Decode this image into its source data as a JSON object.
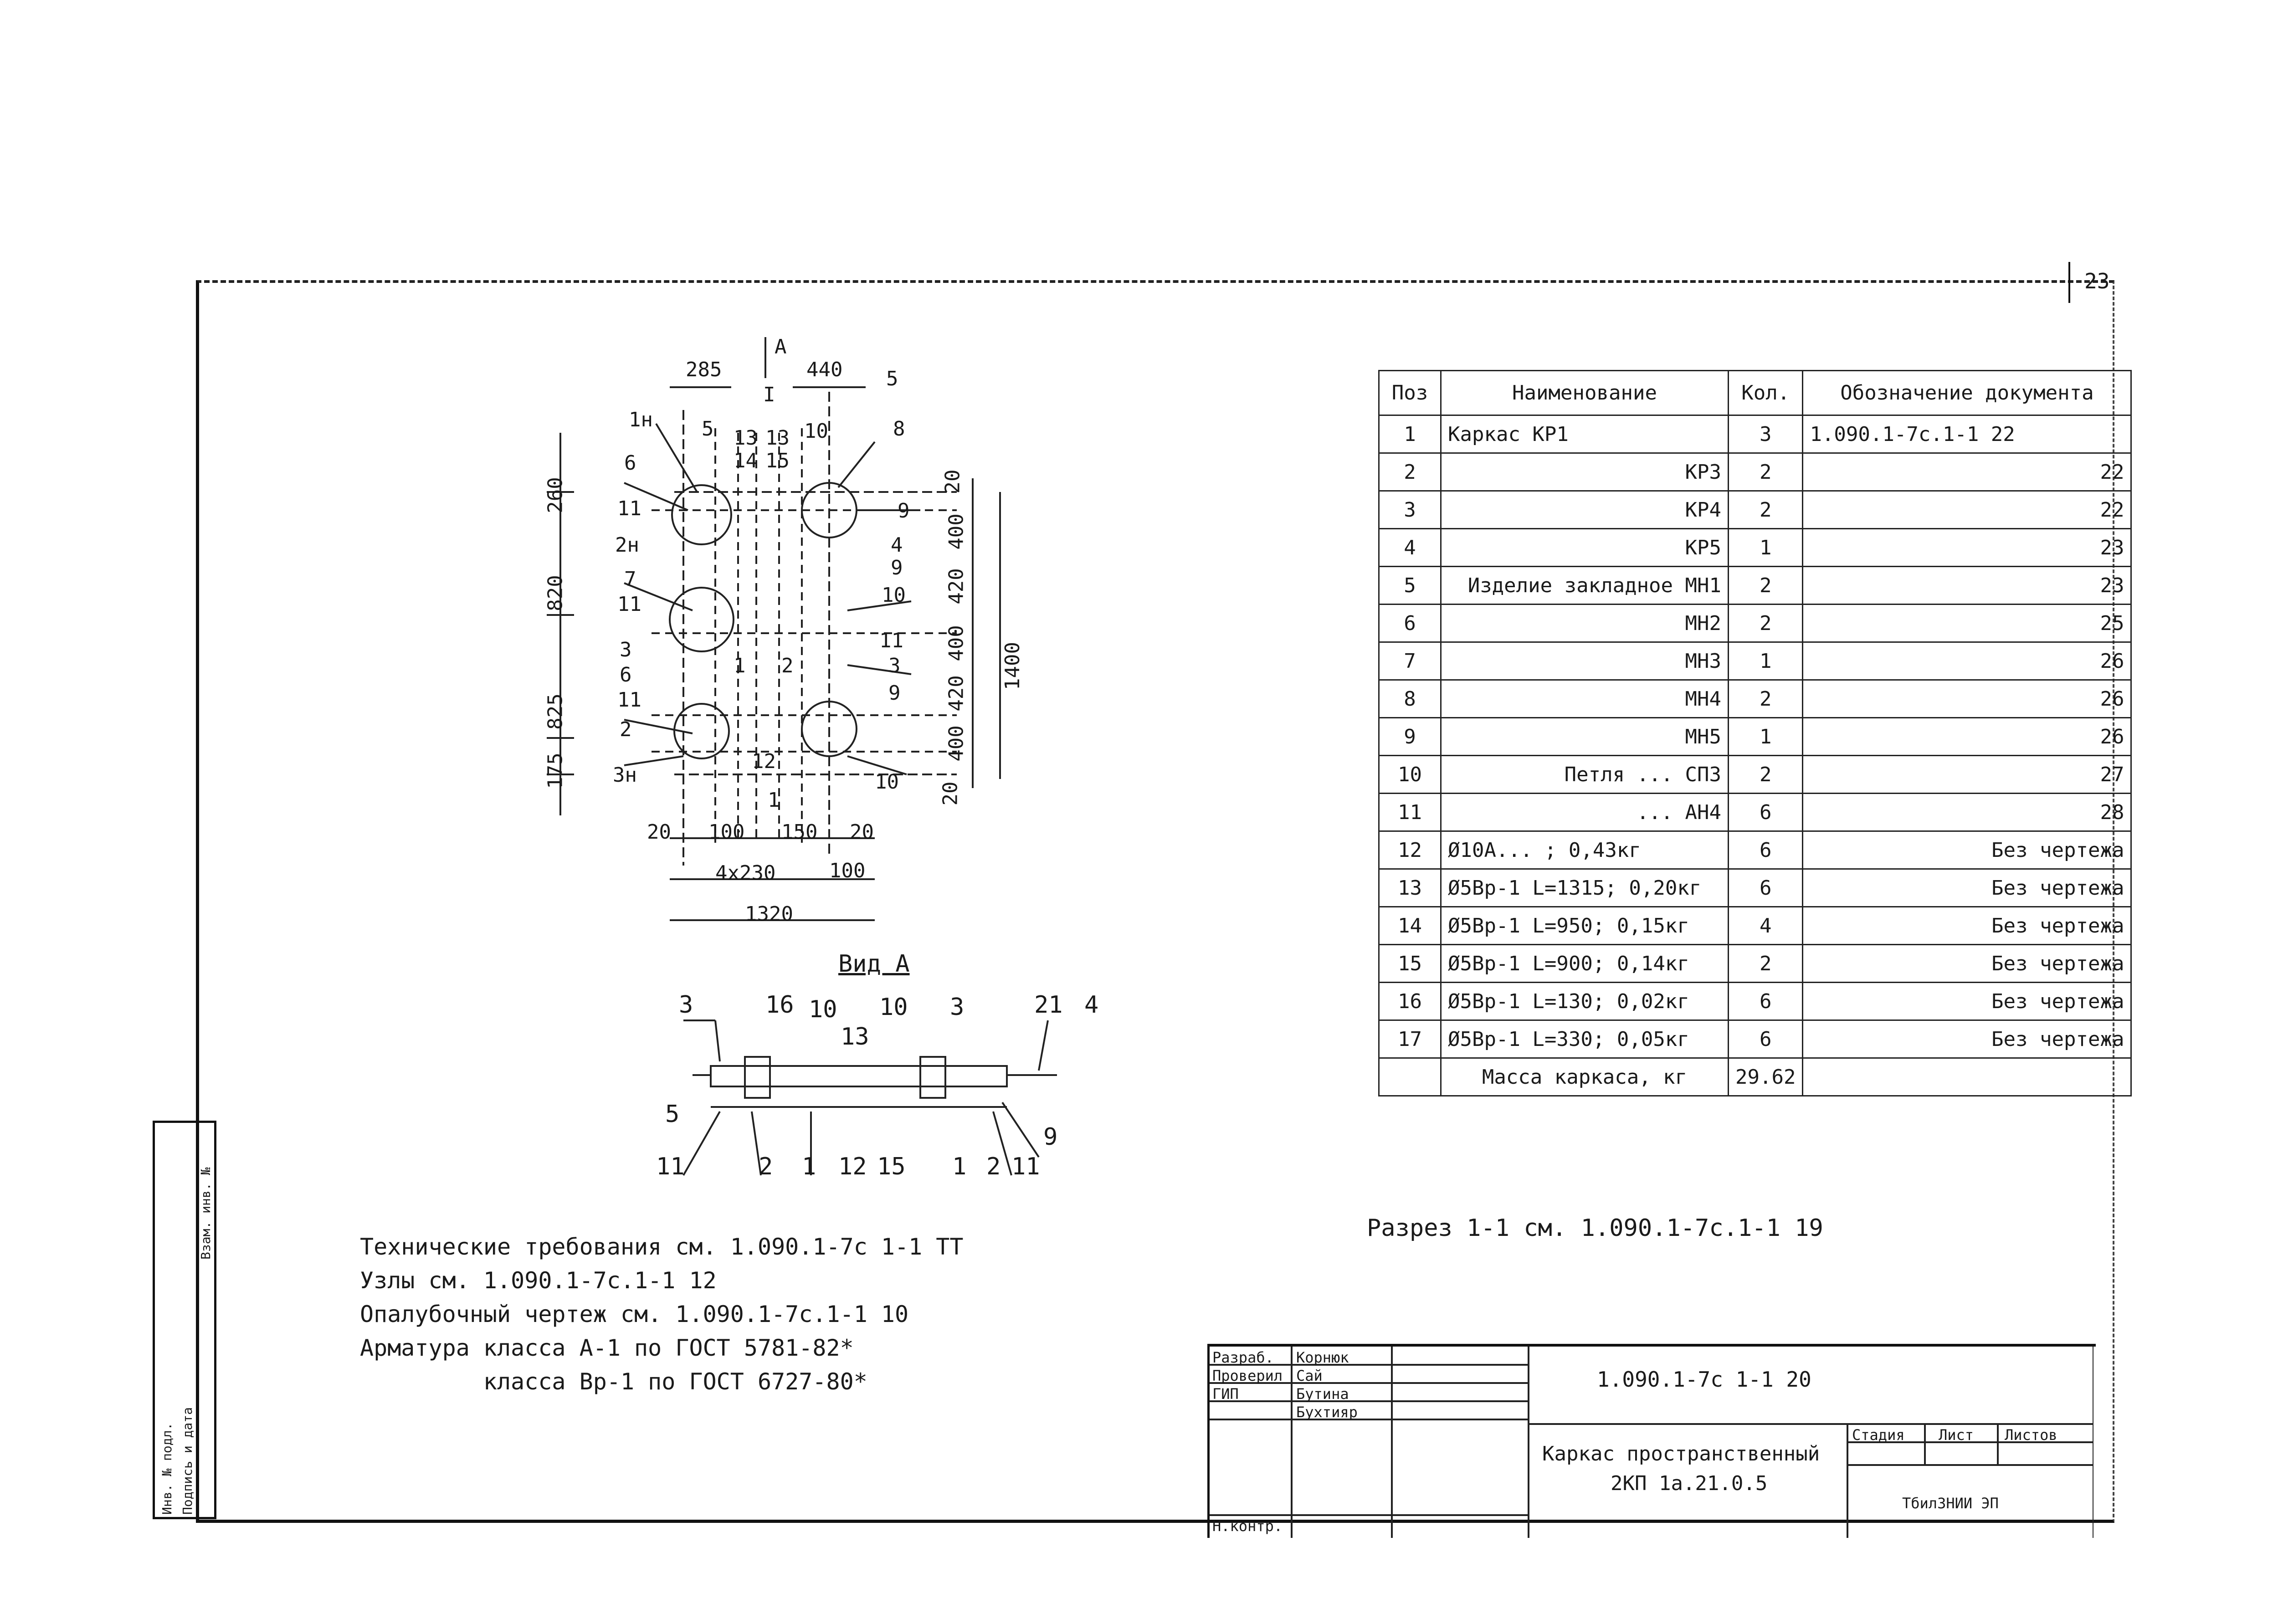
{
  "sheet_number": "23",
  "drawing": {
    "dims_top": {
      "d285": "285",
      "d440": "440",
      "mark_A": "A",
      "cut_I": "I",
      "d5": "5"
    },
    "left_dims": [
      "260",
      "820",
      "825",
      "175"
    ],
    "right_dims": [
      "20",
      "400",
      "420",
      "400",
      "420",
      "400",
      "20"
    ],
    "overall_right": "1400",
    "bottom_dims": {
      "d20a": "20",
      "d100a": "100",
      "d150": "150",
      "d20b": "20",
      "d4x230": "4x230",
      "d100b": "100",
      "d1320": "1320"
    },
    "callouts_left": [
      "1н",
      "6",
      "11",
      "2н",
      "7",
      "11",
      "3",
      "6",
      "11",
      "2",
      "3н"
    ],
    "callouts_top": [
      "5",
      "13",
      "14",
      "13",
      "15",
      "10",
      "8"
    ],
    "callouts_right": [
      "9",
      "4",
      "9",
      "10",
      "11",
      "3",
      "9",
      "10"
    ],
    "callouts_inner": [
      "1",
      "2",
      "12",
      "1"
    ],
    "view_title": "Вид А",
    "view_callouts_top": [
      "3",
      "16",
      "10",
      "10",
      "3",
      "21",
      "4"
    ],
    "view_callouts_mid": [
      "13",
      "5",
      "9"
    ],
    "view_callouts_bottom": [
      "11",
      "2",
      "1",
      "12",
      "15",
      "1",
      "2",
      "11"
    ]
  },
  "spec_table": {
    "headers": [
      "Поз",
      "Наименование",
      "Кол.",
      "Обозначение документа"
    ],
    "rows": [
      [
        "1",
        "Каркас КР1",
        "3",
        "1.090.1-7с.1-1 22"
      ],
      [
        "2",
        "КР3",
        "2",
        "22"
      ],
      [
        "3",
        "КР4",
        "2",
        "22"
      ],
      [
        "4",
        "КР5",
        "1",
        "23"
      ],
      [
        "5",
        "Изделие закладное МН1",
        "2",
        "23"
      ],
      [
        "6",
        "МН2",
        "2",
        "25"
      ],
      [
        "7",
        "МН3",
        "1",
        "26"
      ],
      [
        "8",
        "МН4",
        "2",
        "26"
      ],
      [
        "9",
        "МН5",
        "1",
        "26"
      ],
      [
        "10",
        "Петля ... СП3",
        "2",
        "27"
      ],
      [
        "11",
        "... АН4",
        "6",
        "28"
      ],
      [
        "12",
        "Ø10А... ; 0,43кг",
        "6",
        "Без чертежа"
      ],
      [
        "13",
        "Ø5Вр-1 L=1315; 0,20кг",
        "6",
        "Без чертежа"
      ],
      [
        "14",
        "Ø5Вр-1 L=950; 0,15кг",
        "4",
        "Без чертежа"
      ],
      [
        "15",
        "Ø5Вр-1 L=900; 0,14кг",
        "2",
        "Без чертежа"
      ],
      [
        "16",
        "Ø5Вр-1 L=130; 0,02кг",
        "6",
        "Без чертежа"
      ],
      [
        "17",
        "Ø5Вр-1 L=330; 0,05кг",
        "6",
        "Без чертежа"
      ]
    ],
    "total_label": "Масса каркаса, кг",
    "total_value": "29.62"
  },
  "section_note": "Разрез 1-1 см. 1.090.1-7с.1-1 19",
  "notes": [
    "Технические требования см. 1.090.1-7с 1-1 ТТ",
    "Узлы см. 1.090.1-7с.1-1 12",
    "Опалубочный чертеж см. 1.090.1-7с.1-1 10",
    "Арматура класса А-1 по ГОСТ 5781-82*",
    "         класса Вр-1 по ГОСТ 6727-80*"
  ],
  "stamp": {
    "roles": [
      "Разраб.",
      "Проверил",
      "ГИП",
      "Н.контр."
    ],
    "names": [
      "Корнюк",
      "Сай",
      "Бутина",
      "Бухтияр"
    ],
    "doc_code": "1.090.1-7с 1-1 20",
    "title_line1": "Каркас пространственный",
    "title_line2": "2КП 1а.21.0.5",
    "col_stage": "Стадия",
    "col_sheet": "Лист",
    "col_sheets": "Листов",
    "org": "ТбилЗНИИ ЭП"
  },
  "side_column": [
    "Инв. № подл.",
    "Подпись и дата",
    "Взам. инв. №"
  ]
}
